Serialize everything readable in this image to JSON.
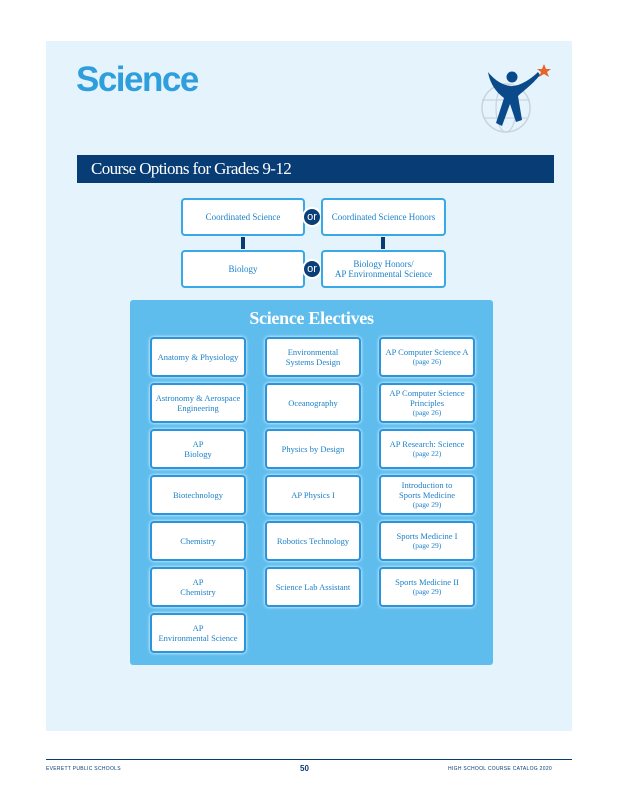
{
  "title": "Science",
  "banner": "Course Options for Grades 9-12",
  "core": {
    "row1_left": "Coordinated Science",
    "row1_or": "or",
    "row1_right": "Coordinated Science Honors",
    "row2_left": "Biology",
    "row2_or": "or",
    "row2_right_line1": "Biology Honors/",
    "row2_right_line2": "AP Environmental Science"
  },
  "electives": {
    "title": "Science   Electives",
    "col1": [
      {
        "l1": "Anatomy & Physiology",
        "l2": ""
      },
      {
        "l1": "Astronomy & Aerospace",
        "l2": "Engineering"
      },
      {
        "l1": "AP",
        "l2": "Biology"
      },
      {
        "l1": "Biotechnology",
        "l2": ""
      },
      {
        "l1": "Chemistry",
        "l2": ""
      },
      {
        "l1": "AP",
        "l2": "Chemistry"
      },
      {
        "l1": "AP",
        "l2": "Environmental Science"
      }
    ],
    "col2": [
      {
        "l1": "Environmental",
        "l2": "Systems Design"
      },
      {
        "l1": "Oceanography",
        "l2": ""
      },
      {
        "l1": "Physics by Design",
        "l2": ""
      },
      {
        "l1": "AP Physics I",
        "l2": ""
      },
      {
        "l1": "Robotics Technology",
        "l2": ""
      },
      {
        "l1": "Science Lab Assistant",
        "l2": ""
      }
    ],
    "col3": [
      {
        "l1": "AP Computer Science A",
        "l2": "",
        "pg": "(page 26)"
      },
      {
        "l1": "AP Computer Science",
        "l2": "Principles",
        "pg": "(page 26)"
      },
      {
        "l1": "AP Research: Science",
        "l2": "",
        "pg": "(page 22)"
      },
      {
        "l1": "Introduction to",
        "l2": "Sports Medicine",
        "pg": "(page 29)"
      },
      {
        "l1": "Sports Medicine I",
        "l2": "",
        "pg": "(page 29)"
      },
      {
        "l1": "Sports Medicine II",
        "l2": "",
        "pg": "(page 29)"
      }
    ]
  },
  "footer": {
    "left": "EVERETT     PUBLIC     SCHOOLS",
    "page": "50",
    "right": "HIGH     SCHOOL     COURSE     CATALOG     2020"
  },
  "colors": {
    "accent": "#2e9fdc",
    "navy": "#083c74",
    "panel": "#e5f3fc",
    "electives_bg": "#5fbdee"
  }
}
